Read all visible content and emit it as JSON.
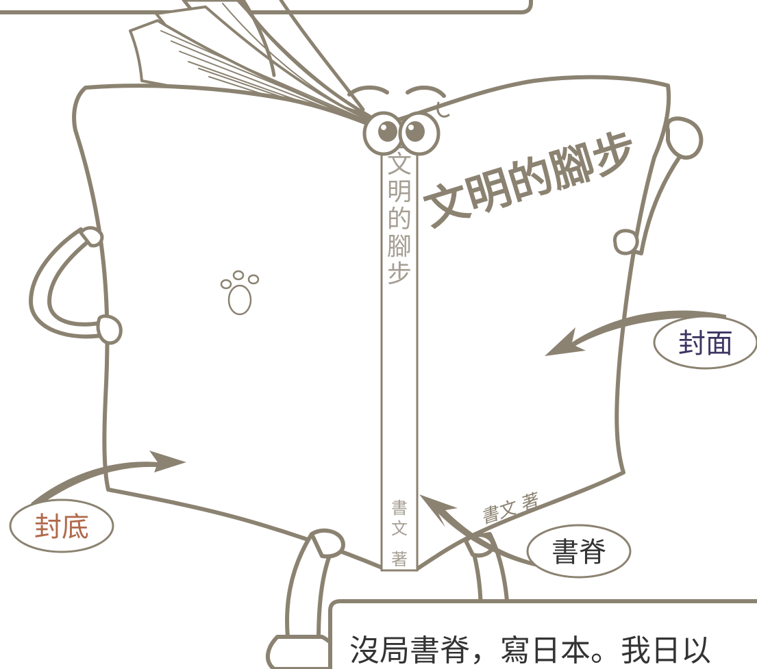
{
  "book": {
    "title_cover": "文明的腳步",
    "title_spine_chars": [
      "文",
      "明",
      "的",
      "腳",
      "步"
    ],
    "author_cover": "書文 著",
    "author_spine_chars": [
      "書",
      "文",
      "著"
    ]
  },
  "labels": {
    "front_cover": "封面",
    "back_cover": "封底",
    "spine": "書脊"
  },
  "bottom_bubble": {
    "text": "沒局書脊，寫日本。我日以"
  },
  "colors": {
    "outline": "#8b8271",
    "front_cover_label": "#3b3563",
    "back_cover_label": "#b0694a",
    "spine_label": "#333333",
    "spine_text": "#a59e93"
  }
}
